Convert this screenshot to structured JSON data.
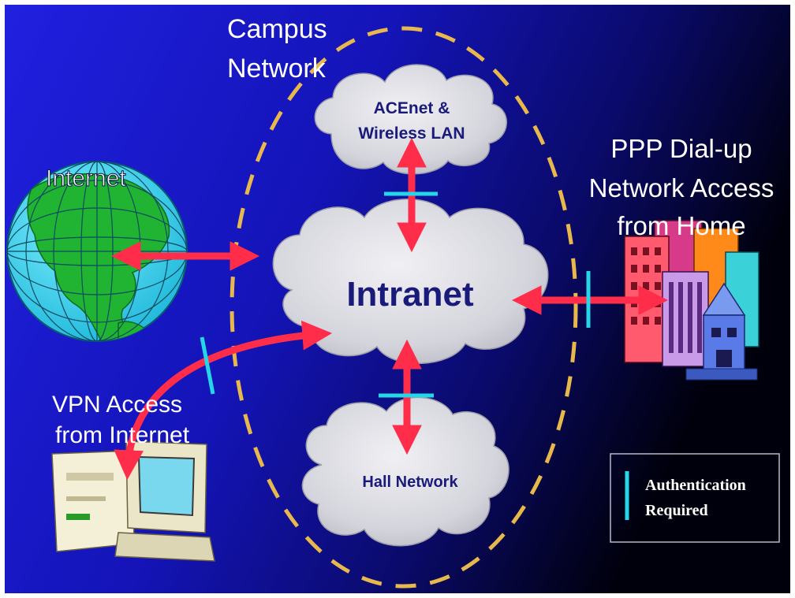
{
  "labels": {
    "campus_line1": "Campus",
    "campus_line2": "Network",
    "internet": "Internet",
    "ppp_line1": "PPP Dial-up",
    "ppp_line2": "Network Access",
    "ppp_line3": "from Home",
    "vpn_line1": "VPN Access",
    "vpn_line2": "from Internet",
    "acenet_line1": "ACEnet &",
    "acenet_line2": "Wireless LAN",
    "intranet": "Intranet",
    "hall": "Hall Network"
  },
  "legend": {
    "line1": "Authentication",
    "line2": "Required"
  },
  "colors": {
    "background_left": "#1b1bd8",
    "background_right": "#000010",
    "arrow": "#ff2c4a",
    "auth_marker": "#24d6e6",
    "boundary": "#e8b84c",
    "cloud": "#d8d8de",
    "cloud_text": "#1a1a7a"
  },
  "icons": [
    "globe-icon",
    "computer-icon",
    "buildings-icon"
  ]
}
